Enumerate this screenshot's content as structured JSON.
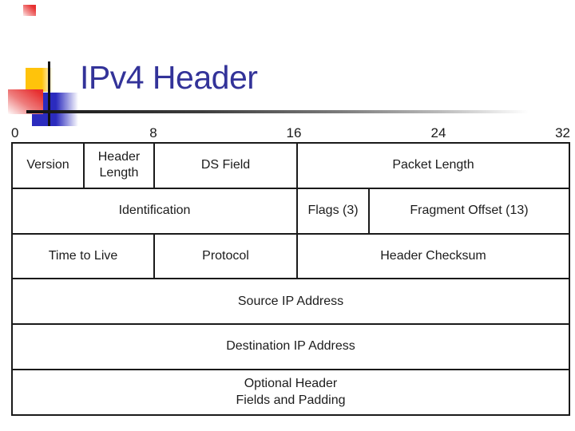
{
  "slide": {
    "title": "IPv4 Header"
  },
  "colors": {
    "title_text": "#333399",
    "accent_yellow": "#FFC30B",
    "accent_red": "#E73030",
    "accent_blue": "#2B2BBE",
    "line_black": "#111111",
    "table_border": "#1A1A1A",
    "cell_text": "#1C1C1C",
    "background": "#FFFFFF"
  },
  "bit_ruler": {
    "labels": [
      "0",
      "8",
      "16",
      "24",
      "32"
    ]
  },
  "header_table": {
    "rows": [
      {
        "cells": [
          {
            "label": "Version"
          },
          {
            "label": "Header\nLength"
          },
          {
            "label": "DS Field"
          },
          {
            "label": "Packet Length"
          }
        ]
      },
      {
        "cells": [
          {
            "label": "Identification"
          },
          {
            "label": "Flags (3)"
          },
          {
            "label": "Fragment Offset (13)"
          }
        ]
      },
      {
        "cells": [
          {
            "label": "Time to Live"
          },
          {
            "label": "Protocol"
          },
          {
            "label": "Header Checksum"
          }
        ]
      },
      {
        "cells": [
          {
            "label": "Source IP Address"
          }
        ]
      },
      {
        "cells": [
          {
            "label": "Destination IP Address"
          }
        ]
      },
      {
        "cells": [
          {
            "label": "Optional Header\nFields and Padding"
          }
        ]
      }
    ]
  }
}
